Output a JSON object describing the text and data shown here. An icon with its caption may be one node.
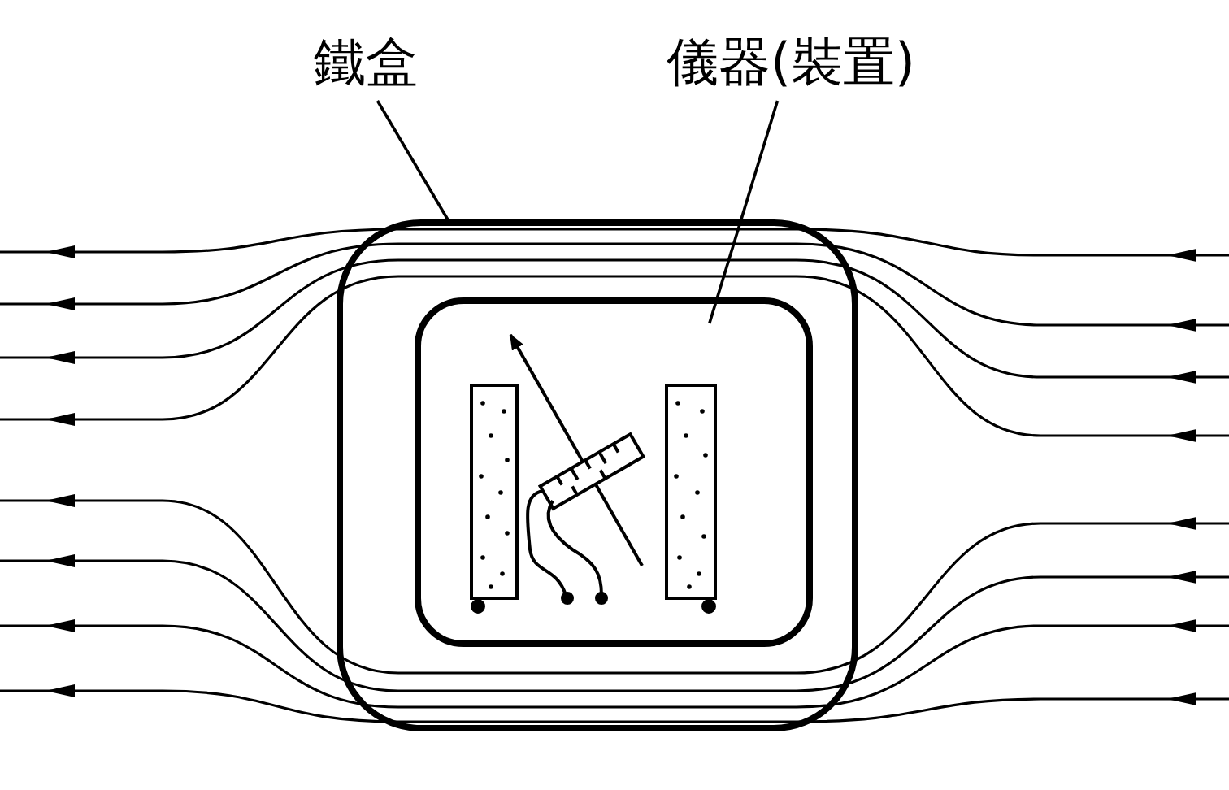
{
  "diagram": {
    "nodes": [
      {
        "text": [
          "鐵盒"
        ]
      },
      {
        "text": [],
        "shape": "box"
      },
      {
        "text": [
          "儀器(裝置)"
        ]
      },
      {
        "text": [],
        "shape": "picture",
        "in": 1
      }
    ],
    "edges": [
      {
        "from": 0,
        "to": 1,
        "arrow": "none"
      },
      {
        "from": 2,
        "to": 3,
        "arrow": "none"
      }
    ]
  }
}
